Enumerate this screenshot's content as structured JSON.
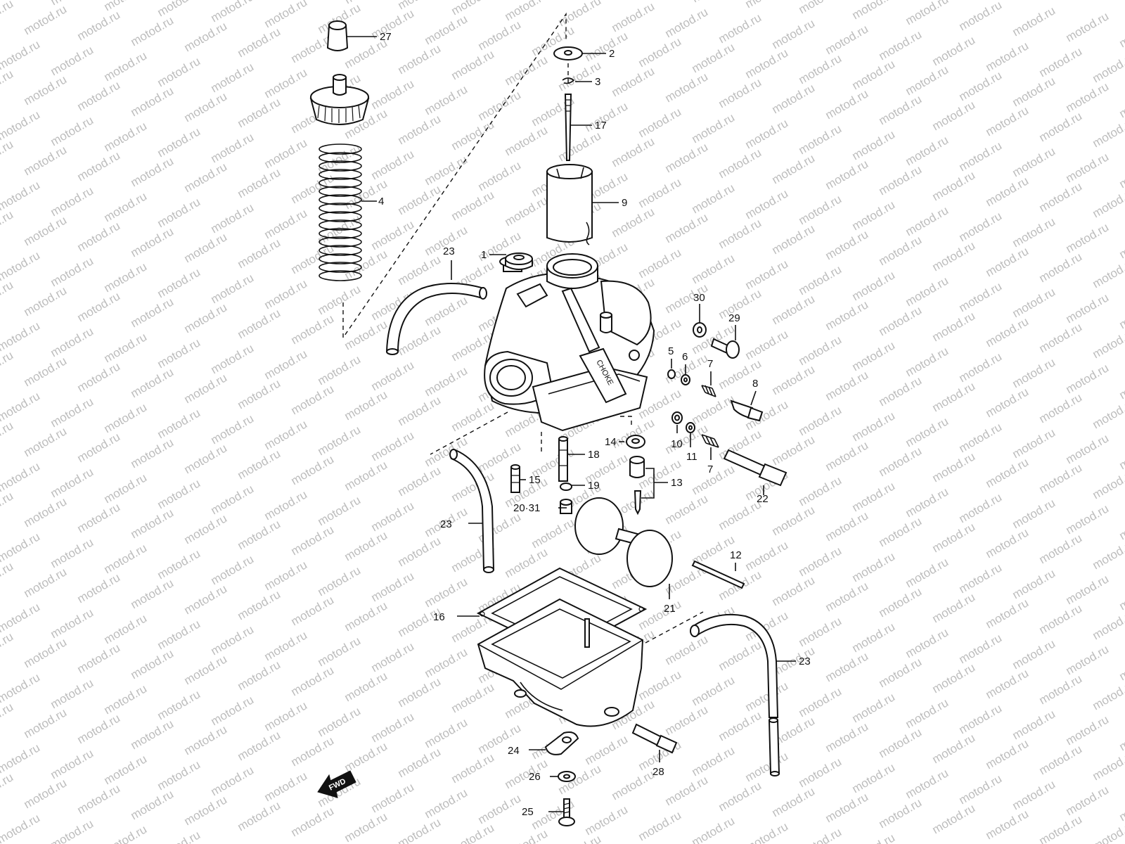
{
  "watermark": "motod.ru",
  "choke_label": "CHOKE",
  "fwd_label": "FWD",
  "callouts": {
    "p1": "1",
    "p2": "2",
    "p3": "3",
    "p4": "4",
    "p5": "5",
    "p6": "6",
    "p7a": "7",
    "p7b": "7",
    "p8": "8",
    "p9": "9",
    "p10": "10",
    "p11": "11",
    "p12": "12",
    "p13": "13",
    "p14": "14",
    "p15": "15",
    "p16": "16",
    "p17": "17",
    "p18": "18",
    "p19": "19",
    "p2031": "20·31",
    "p21": "21",
    "p22": "22",
    "p23a": "23",
    "p23b": "23",
    "p23c": "23",
    "p24": "24",
    "p25": "25",
    "p26": "26",
    "p27": "27",
    "p28": "28",
    "p29": "29",
    "p30": "30"
  }
}
